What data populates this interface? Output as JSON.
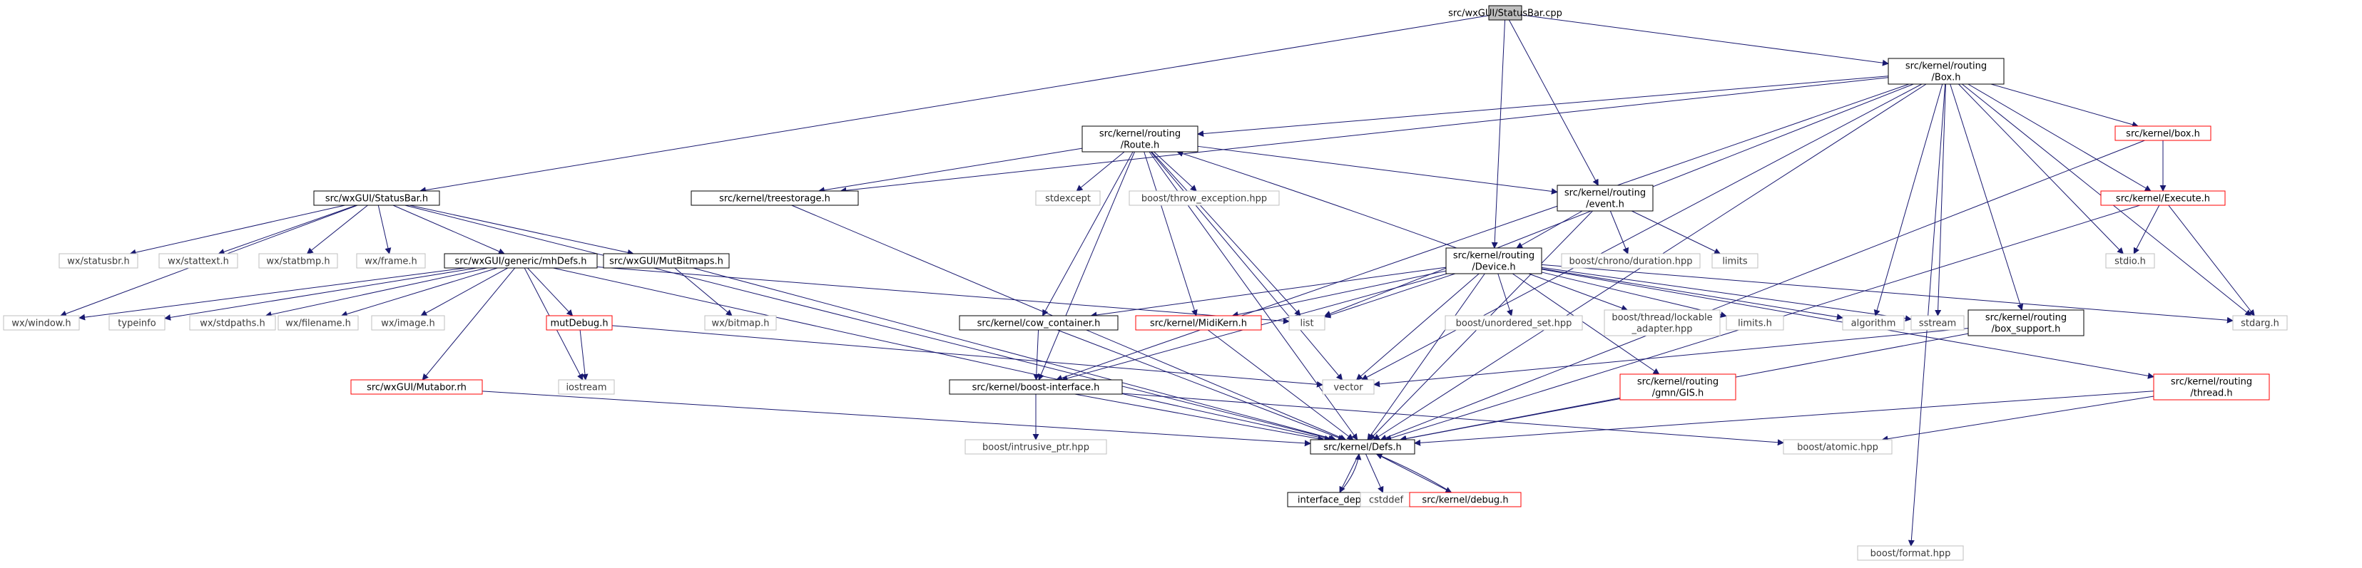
{
  "colors": {
    "edge": "#191970",
    "node_border": "#000000",
    "node_border_red": "#ff0000",
    "node_border_grey": "#bfbfbf",
    "root_fill": "#bfbfbf"
  },
  "nodes": {
    "statusbar_cpp": {
      "lines": [
        "src/wxGUI/StatusBar.cpp"
      ],
      "style": "root"
    },
    "box_h": {
      "lines": [
        "src/kernel/routing",
        "/Box.h"
      ],
      "style": "normal"
    },
    "route_h": {
      "lines": [
        "src/kernel/routing",
        "/Route.h"
      ],
      "style": "normal"
    },
    "kbox_h": {
      "lines": [
        "src/kernel/box.h"
      ],
      "style": "red"
    },
    "statusbar_h": {
      "lines": [
        "src/wxGUI/StatusBar.h"
      ],
      "style": "normal"
    },
    "treestorage_h": {
      "lines": [
        "src/kernel/treestorage.h"
      ],
      "style": "normal"
    },
    "stdexcept": {
      "lines": [
        "stdexcept"
      ],
      "style": "grey"
    },
    "throw_exception": {
      "lines": [
        "boost/throw_exception.hpp"
      ],
      "style": "grey"
    },
    "event_h": {
      "lines": [
        "src/kernel/routing",
        "/event.h"
      ],
      "style": "normal"
    },
    "execute_h": {
      "lines": [
        "src/kernel/Execute.h"
      ],
      "style": "red"
    },
    "statusbr_h": {
      "lines": [
        "wx/statusbr.h"
      ],
      "style": "grey"
    },
    "stattext_h": {
      "lines": [
        "wx/stattext.h"
      ],
      "style": "grey"
    },
    "statbmp_h": {
      "lines": [
        "wx/statbmp.h"
      ],
      "style": "grey"
    },
    "frame_h": {
      "lines": [
        "wx/frame.h"
      ],
      "style": "grey"
    },
    "mhdefs_h": {
      "lines": [
        "src/wxGUI/generic/mhDefs.h"
      ],
      "style": "normal"
    },
    "mutbitmaps_h": {
      "lines": [
        "src/wxGUI/MutBitmaps.h"
      ],
      "style": "normal"
    },
    "chrono_duration": {
      "lines": [
        "boost/chrono/duration.hpp"
      ],
      "style": "grey"
    },
    "limits": {
      "lines": [
        "limits"
      ],
      "style": "grey"
    },
    "device_h": {
      "lines": [
        "src/kernel/routing",
        "/Device.h"
      ],
      "style": "normal"
    },
    "stdio_h": {
      "lines": [
        "stdio.h"
      ],
      "style": "grey"
    },
    "wx_window": {
      "lines": [
        "wx/window.h"
      ],
      "style": "grey"
    },
    "typeinfo": {
      "lines": [
        "typeinfo"
      ],
      "style": "grey"
    },
    "stdpaths": {
      "lines": [
        "wx/stdpaths.h"
      ],
      "style": "grey"
    },
    "filename": {
      "lines": [
        "wx/filename.h"
      ],
      "style": "grey"
    },
    "wx_image": {
      "lines": [
        "wx/image.h"
      ],
      "style": "grey"
    },
    "mutdebug_h": {
      "lines": [
        "mutDebug.h"
      ],
      "style": "red"
    },
    "wx_bitmap": {
      "lines": [
        "wx/bitmap.h"
      ],
      "style": "grey"
    },
    "list": {
      "lines": [
        "list"
      ],
      "style": "grey"
    },
    "cow_container": {
      "lines": [
        "src/kernel/cow_container.h"
      ],
      "style": "normal"
    },
    "midikern_h": {
      "lines": [
        "src/kernel/MidiKern.h"
      ],
      "style": "red"
    },
    "unordered_set": {
      "lines": [
        "boost/unordered_set.hpp"
      ],
      "style": "grey"
    },
    "lockable_adapter": {
      "lines": [
        "boost/thread/lockable",
        "_adapter.hpp"
      ],
      "style": "grey"
    },
    "limits_h": {
      "lines": [
        "limits.h"
      ],
      "style": "grey"
    },
    "algorithm": {
      "lines": [
        "algorithm"
      ],
      "style": "grey"
    },
    "sstream": {
      "lines": [
        "sstream"
      ],
      "style": "grey"
    },
    "box_support": {
      "lines": [
        "src/kernel/routing",
        "/box_support.h"
      ],
      "style": "normal"
    },
    "stdarg_h": {
      "lines": [
        "stdarg.h"
      ],
      "style": "grey"
    },
    "iostream": {
      "lines": [
        "iostream"
      ],
      "style": "grey"
    },
    "vector": {
      "lines": [
        "vector"
      ],
      "style": "grey"
    },
    "mutabor_rh": {
      "lines": [
        "src/wxGUI/Mutabor.rh"
      ],
      "style": "red"
    },
    "boost_interface": {
      "lines": [
        "src/kernel/boost-interface.h"
      ],
      "style": "normal"
    },
    "gmngis_h": {
      "lines": [
        "src/kernel/routing",
        "/gmn/GIS.h"
      ],
      "style": "red"
    },
    "thread_h": {
      "lines": [
        "src/kernel/routing",
        "/thread.h"
      ],
      "style": "red"
    },
    "intrusive_ptr": {
      "lines": [
        "boost/intrusive_ptr.hpp"
      ],
      "style": "grey"
    },
    "defs_h": {
      "lines": [
        "src/kernel/Defs.h"
      ],
      "style": "normal"
    },
    "atomic": {
      "lines": [
        "boost/atomic.hpp"
      ],
      "style": "grey"
    },
    "interface_deps": {
      "lines": [
        "interface_deps.h"
      ],
      "style": "normal"
    },
    "cstddef": {
      "lines": [
        "cstddef"
      ],
      "style": "grey"
    },
    "kdebug_h": {
      "lines": [
        "src/kernel/debug.h"
      ],
      "style": "red"
    },
    "format": {
      "lines": [
        "boost/format.hpp"
      ],
      "style": "grey"
    }
  },
  "edges": [
    [
      "statusbar_cpp",
      "statusbar_h"
    ],
    [
      "statusbar_cpp",
      "box_h"
    ],
    [
      "statusbar_cpp",
      "event_h"
    ],
    [
      "statusbar_cpp",
      "device_h"
    ],
    [
      "box_h",
      "route_h"
    ],
    [
      "box_h",
      "treestorage_h"
    ],
    [
      "box_h",
      "kbox_h"
    ],
    [
      "box_h",
      "execute_h"
    ],
    [
      "box_h",
      "stdio_h"
    ],
    [
      "box_h",
      "list"
    ],
    [
      "box_h",
      "vector"
    ],
    [
      "box_h",
      "algorithm"
    ],
    [
      "box_h",
      "sstream"
    ],
    [
      "box_h",
      "box_support"
    ],
    [
      "box_h",
      "stdarg_h"
    ],
    [
      "box_h",
      "defs_h"
    ],
    [
      "box_h",
      "boost_interface"
    ],
    [
      "box_h",
      "format"
    ],
    [
      "route_h",
      "treestorage_h"
    ],
    [
      "route_h",
      "stdexcept"
    ],
    [
      "route_h",
      "throw_exception"
    ],
    [
      "route_h",
      "event_h"
    ],
    [
      "route_h",
      "list"
    ],
    [
      "route_h",
      "cow_container"
    ],
    [
      "route_h",
      "midikern_h"
    ],
    [
      "route_h",
      "vector"
    ],
    [
      "route_h",
      "boost_interface"
    ],
    [
      "route_h",
      "defs_h"
    ],
    [
      "kbox_h",
      "execute_h"
    ],
    [
      "kbox_h",
      "defs_h"
    ],
    [
      "execute_h",
      "stdio_h"
    ],
    [
      "execute_h",
      "stdarg_h"
    ],
    [
      "execute_h",
      "defs_h"
    ],
    [
      "event_h",
      "chrono_duration"
    ],
    [
      "event_h",
      "limits"
    ],
    [
      "event_h",
      "device_h"
    ],
    [
      "event_h",
      "defs_h"
    ],
    [
      "device_h",
      "route_h"
    ],
    [
      "device_h",
      "cow_container"
    ],
    [
      "device_h",
      "midikern_h"
    ],
    [
      "device_h",
      "list"
    ],
    [
      "device_h",
      "unordered_set"
    ],
    [
      "device_h",
      "lockable_adapter"
    ],
    [
      "device_h",
      "limits_h"
    ],
    [
      "device_h",
      "algorithm"
    ],
    [
      "device_h",
      "sstream"
    ],
    [
      "device_h",
      "vector"
    ],
    [
      "device_h",
      "gmngis_h"
    ],
    [
      "device_h",
      "thread_h"
    ],
    [
      "device_h",
      "stdarg_h"
    ],
    [
      "device_h",
      "defs_h"
    ],
    [
      "device_h",
      "boost_interface"
    ],
    [
      "statusbar_h",
      "wx_window"
    ],
    [
      "statusbar_h",
      "statusbr_h"
    ],
    [
      "statusbar_h",
      "stattext_h"
    ],
    [
      "statusbar_h",
      "statbmp_h"
    ],
    [
      "statusbar_h",
      "frame_h"
    ],
    [
      "statusbar_h",
      "mhdefs_h"
    ],
    [
      "statusbar_h",
      "mutbitmaps_h"
    ],
    [
      "statusbar_h",
      "defs_h"
    ],
    [
      "treestorage_h",
      "defs_h"
    ],
    [
      "mhdefs_h",
      "wx_window"
    ],
    [
      "mhdefs_h",
      "typeinfo"
    ],
    [
      "mhdefs_h",
      "stdpaths"
    ],
    [
      "mhdefs_h",
      "filename"
    ],
    [
      "mhdefs_h",
      "wx_image"
    ],
    [
      "mhdefs_h",
      "mutdebug_h"
    ],
    [
      "mhdefs_h",
      "mutabor_rh"
    ],
    [
      "mhdefs_h",
      "iostream"
    ],
    [
      "mhdefs_h",
      "list"
    ],
    [
      "mhdefs_h",
      "defs_h"
    ],
    [
      "mutbitmaps_h",
      "wx_bitmap"
    ],
    [
      "mutbitmaps_h",
      "defs_h"
    ],
    [
      "mutdebug_h",
      "iostream"
    ],
    [
      "mutdebug_h",
      "vector"
    ],
    [
      "mutabor_rh",
      "defs_h"
    ],
    [
      "cow_container",
      "boost_interface"
    ],
    [
      "cow_container",
      "defs_h"
    ],
    [
      "midikern_h",
      "defs_h"
    ],
    [
      "box_support",
      "vector"
    ],
    [
      "box_support",
      "defs_h"
    ],
    [
      "boost_interface",
      "intrusive_ptr"
    ],
    [
      "boost_interface",
      "atomic"
    ],
    [
      "boost_interface",
      "defs_h"
    ],
    [
      "gmngis_h",
      "defs_h"
    ],
    [
      "thread_h",
      "atomic"
    ],
    [
      "thread_h",
      "defs_h"
    ],
    [
      "defs_h",
      "interface_deps"
    ],
    [
      "defs_h",
      "cstddef"
    ],
    [
      "defs_h",
      "kdebug_h"
    ],
    [
      "interface_deps",
      "defs_h"
    ],
    [
      "kdebug_h",
      "defs_h"
    ]
  ]
}
